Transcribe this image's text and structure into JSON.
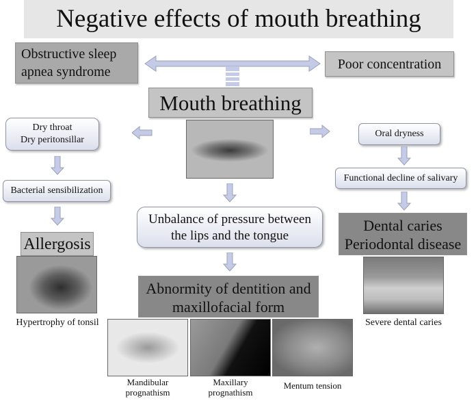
{
  "title": "Negative effects of mouth breathing",
  "top": {
    "left_effect": [
      "Obstructive sleep",
      "apnea syndrome"
    ],
    "right_effect": "Poor concentration"
  },
  "center": {
    "label": "Mouth breathing",
    "photo": "closed-lips-photo"
  },
  "left_branch": {
    "box1": [
      "Dry throat",
      "Dry peritonsillar"
    ],
    "box2": "Bacterial  sensibilization",
    "result": "Allergosis",
    "photo": "tonsil-photo",
    "caption": "Hypertrophy  of tonsil"
  },
  "middle_branch": {
    "box1": [
      "Unbalance of pressure between",
      "the lips and the tongue"
    ],
    "result": [
      "Abnormity of dentition and",
      "maxillofacial form"
    ],
    "photos": [
      {
        "caption": [
          "Mandibular",
          "prognathism"
        ]
      },
      {
        "caption": [
          "Maxillary",
          "prognathism"
        ]
      },
      {
        "caption": [
          "Mentum tension"
        ]
      }
    ]
  },
  "right_branch": {
    "box1": "Oral  dryness",
    "box2": "Functional  decline  of salivary",
    "result": [
      "Dental caries",
      "Periodontal disease"
    ],
    "photo": "teeth-photo",
    "caption": "Severe dental caries"
  },
  "colors": {
    "arrow": "#c5cbe6",
    "gray_box": "#a9a9a9",
    "dark_box": "#888888",
    "title_bg": "#e6e6e6"
  }
}
